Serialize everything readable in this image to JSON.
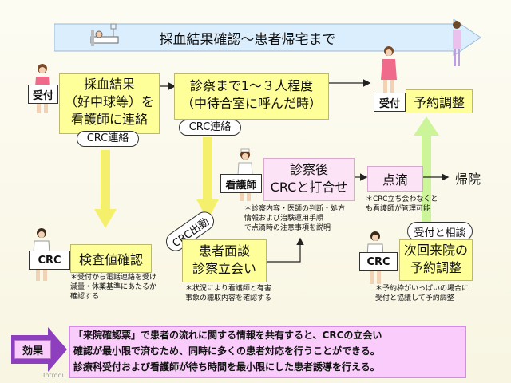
{
  "header": {
    "title": "採血結果確認～患者帰宅まで"
  },
  "left": {
    "reception_tag": "受付",
    "main_lines": [
      "採血結果",
      "（好中球等）を",
      "看護師に連絡"
    ],
    "crc_contact": "CRC連絡"
  },
  "mid": {
    "main_lines": [
      "診察まで1～３人程度",
      "（中待合室に呼んだ時）"
    ],
    "crc_contact": "CRC連絡"
  },
  "right_top": {
    "reception_tag": "受付",
    "label": "予約調整"
  },
  "nurse": {
    "tag": "看護師",
    "box_lines": [
      "診察後",
      "CRCと打合せ"
    ],
    "note": [
      "＊診察内容・医師の判断・処方",
      "情報および治験運用手順",
      "で点滴時の注意事項を説明"
    ]
  },
  "drip": {
    "label": "点滴",
    "note": [
      "＊CRC立ち会わなくと",
      "も看護師が管理可能"
    ]
  },
  "discharge": {
    "label": "帰院"
  },
  "crc_left": {
    "tag": "CRC",
    "label": "検査値確認",
    "note": [
      "＊受付から電話連絡を受け",
      "減量・休薬基準にあたるか",
      "確認する"
    ]
  },
  "crc_dispatch": {
    "label": "CRC出動"
  },
  "interview": {
    "box_lines": [
      "患者面談",
      "診察立会い"
    ],
    "note": [
      "＊状況により看護師と有害",
      "事象の聴取内容を確認する"
    ]
  },
  "consult": {
    "label": "受付と相談"
  },
  "crc_right": {
    "tag": "CRC",
    "box_lines": [
      "次回来院の",
      "予約調整"
    ],
    "note": [
      "＊予約枠がいっぱいの場合に",
      "受付と協議して予約調整"
    ]
  },
  "effect": {
    "tag": "効果",
    "lines": [
      "「来院確認票」で患者の流れに関する情報を共有すると、CRCの立会い",
      "確認が最小限で済むため、同時に多くの患者対応を行うことができる。",
      "診療科受付および看護師が待ち時間を最小限にした患者誘導を行える。"
    ]
  },
  "footer": {
    "text": "Introdu"
  },
  "colors": {
    "yellow_box": "#ffff99",
    "pink_box": "#fce4f6",
    "green_arrow": "#ccf59a",
    "header_arrow": "#dbeefe",
    "effect_arrow": "#8e3fbd",
    "effect_box": "#f9ccfb"
  }
}
